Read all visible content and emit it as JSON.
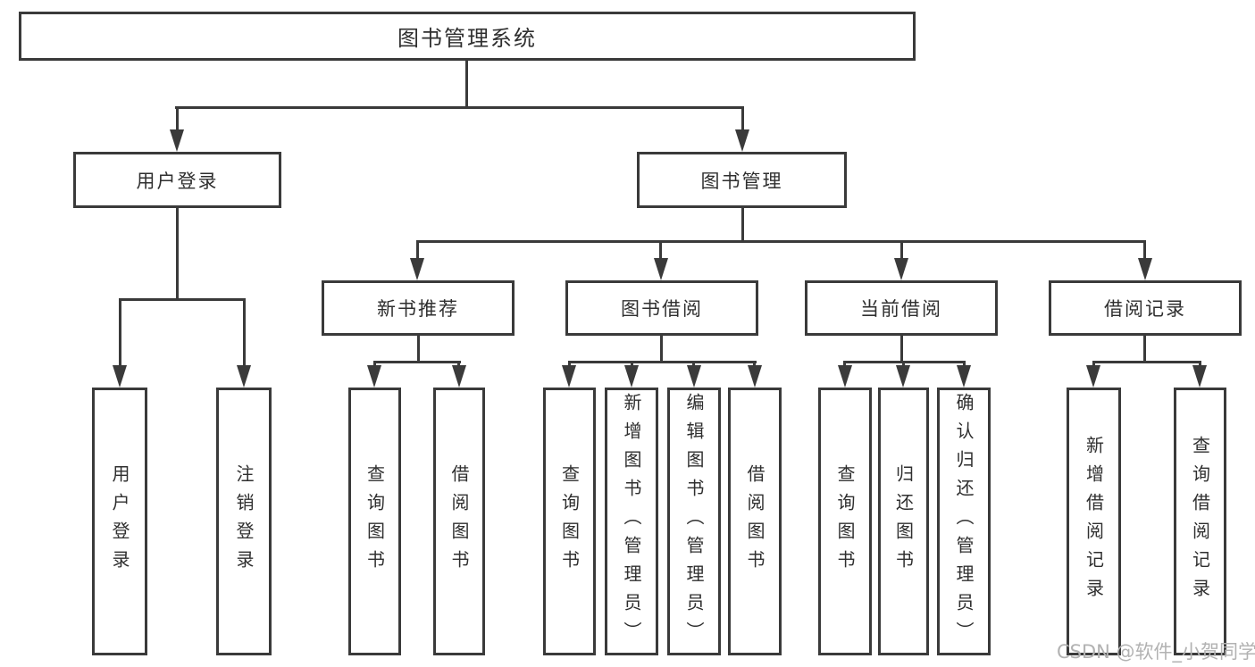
{
  "tree": {
    "label": "图书管理系统",
    "children": [
      {
        "label": "用户登录",
        "children": [
          {
            "label": "用户登录"
          },
          {
            "label": "注销登录"
          }
        ]
      },
      {
        "label": "图书管理",
        "children": [
          {
            "label": "新书推荐",
            "children": [
              {
                "label": "查询图书"
              },
              {
                "label": "借阅图书"
              }
            ]
          },
          {
            "label": "图书借阅",
            "children": [
              {
                "label": "查询图书"
              },
              {
                "label": "新增图书（管理员）"
              },
              {
                "label": "编辑图书（管理员）"
              },
              {
                "label": "借阅图书"
              }
            ]
          },
          {
            "label": "当前借阅",
            "children": [
              {
                "label": "查询图书"
              },
              {
                "label": "归还图书"
              },
              {
                "label": "确认归还（管理员）"
              }
            ]
          },
          {
            "label": "借阅记录",
            "children": [
              {
                "label": "新增借阅记录"
              },
              {
                "label": "查询借阅记录"
              }
            ]
          }
        ]
      }
    ]
  },
  "watermark": "CSDN @软件_小贺同学",
  "colors": {
    "line": "#3a3a3a",
    "box_border": "#3a3a3a",
    "box_fill": "#ffffff",
    "text": "#2f2f2f",
    "watermark": "#b2b2b2"
  }
}
